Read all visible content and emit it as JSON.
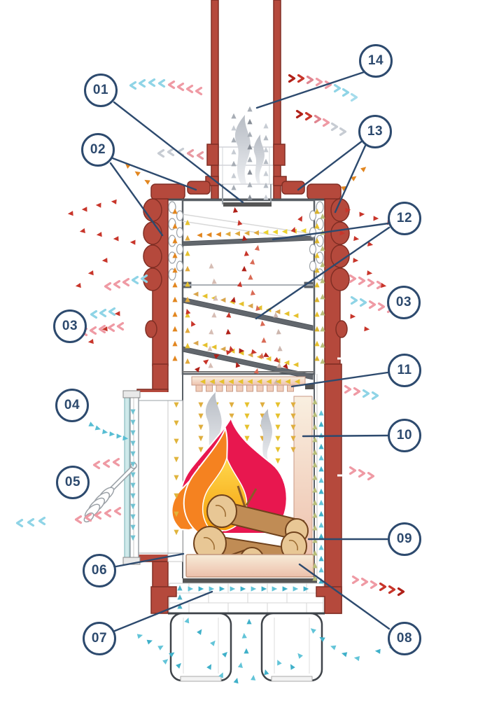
{
  "page": {
    "type": "technical diagram",
    "subject": "Wood-burning stove cross-section showing combustion and convection airflow",
    "background": "#ffffff"
  },
  "callouts": [
    {
      "id": "01",
      "label": "01"
    },
    {
      "id": "02",
      "label": "02"
    },
    {
      "id": "03-left",
      "label": "03"
    },
    {
      "id": "04",
      "label": "04"
    },
    {
      "id": "05",
      "label": "05"
    },
    {
      "id": "06",
      "label": "06"
    },
    {
      "id": "07",
      "label": "07"
    },
    {
      "id": "08",
      "label": "08"
    },
    {
      "id": "09",
      "label": "09"
    },
    {
      "id": "10",
      "label": "10"
    },
    {
      "id": "11",
      "label": "11"
    },
    {
      "id": "12",
      "label": "12"
    },
    {
      "id": "03-right",
      "label": "03"
    },
    {
      "id": "13",
      "label": "13"
    },
    {
      "id": "14",
      "label": "14"
    }
  ],
  "colors": {
    "callout_navy": "#2d4a6e",
    "stove_red": "#b5493c",
    "flame_crimson": "#e8174f",
    "flame_orange": "#f58220",
    "flame_yellow": "#fcc12e",
    "hot_arrow_red": "#c8352a",
    "warm_arrow_orange": "#e2861f",
    "warm_arrow_yellow": "#e6c12d",
    "olive_arrow": "#b9bf7a",
    "cool_arrow_teal": "#3fb0c9",
    "cool_arrow_blue": "#8fd4e6",
    "radiant_pink": "#ef9aa4",
    "smoke_gray": "#a7adb5",
    "wood_brown": "#c08c55",
    "firebrick_pink": "#f0c8b4"
  }
}
